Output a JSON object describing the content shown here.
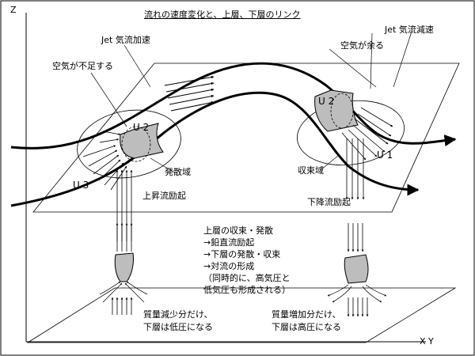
{
  "title": "流れの速度変化と、上層、下層のリンク",
  "axes": {
    "z": "Z",
    "xy": "X Y"
  },
  "upper_left": {
    "jet_label": "Jet 気流加速",
    "air_label": "空気が不足する",
    "parcel_label": "U 2",
    "inflow_label": "U 3",
    "region_label": "発散域",
    "motion_label": "上昇流励起"
  },
  "upper_right": {
    "jet_label": "Jet 気流減速",
    "air_label": "空気が余る",
    "parcel_label": "U 2",
    "outflow_label": "U 1",
    "region_label": "収束域",
    "motion_label": "下降流励起"
  },
  "center_notes": [
    "上層の収束・発散",
    "→鉛直流励起",
    "→下層の発散・収束",
    "→対流の形成",
    "（同時的に、高気圧と",
    "低気圧も形成される）"
  ],
  "lower_left_note": [
    "質量減少分だけ、",
    "下層は低圧になる"
  ],
  "lower_right_note": [
    "質量増加分だけ、",
    "下層は高圧になる"
  ],
  "colors": {
    "parcel_fill": "#bdbdbd",
    "line": "#000000",
    "background": "#ffffff"
  }
}
